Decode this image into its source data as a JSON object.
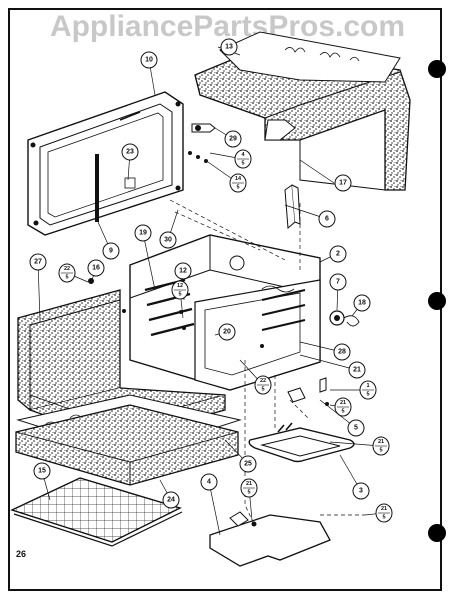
{
  "watermark": "AppliancePartsPros.com",
  "page_number": "26",
  "callouts": {
    "c13": "13",
    "c10": "10",
    "c29": "29",
    "c17": "17",
    "c23": "23",
    "c6": "6",
    "c9": "9",
    "c30": "30",
    "c19": "19",
    "c2": "2",
    "c27": "27",
    "c16": "16",
    "c12": "12",
    "c7": "7",
    "c18": "18",
    "c20": "20",
    "c28": "28",
    "c21": "21",
    "c5a": "5",
    "c3": "3",
    "c25": "25",
    "c15": "15",
    "c4": "4",
    "c24": "24"
  },
  "fractions": {
    "f4_5": {
      "top": "4",
      "bottom": "5"
    },
    "f14_5": {
      "top": "14",
      "bottom": "5"
    },
    "f22_5": {
      "top": "22",
      "bottom": "5"
    },
    "f12_5a": {
      "top": "12",
      "bottom": "5"
    },
    "f22_5b": {
      "top": "22",
      "bottom": "5"
    },
    "f1_5": {
      "top": "1",
      "bottom": "5"
    },
    "f21_5a": {
      "top": "21",
      "bottom": "5"
    },
    "f21_5b": {
      "top": "21",
      "bottom": "5"
    },
    "f21_5c": {
      "top": "21",
      "bottom": "5"
    },
    "f21_5d": {
      "top": "21",
      "bottom": "5"
    }
  }
}
